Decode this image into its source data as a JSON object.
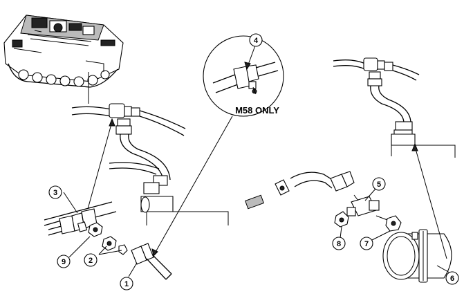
{
  "callouts": {
    "c1": "1",
    "c2": "2",
    "c3": "3",
    "c4": "4",
    "c5": "5",
    "c6": "6",
    "c7": "7",
    "c8": "8",
    "c9": "9"
  },
  "detail_label": "M58 ONLY"
}
